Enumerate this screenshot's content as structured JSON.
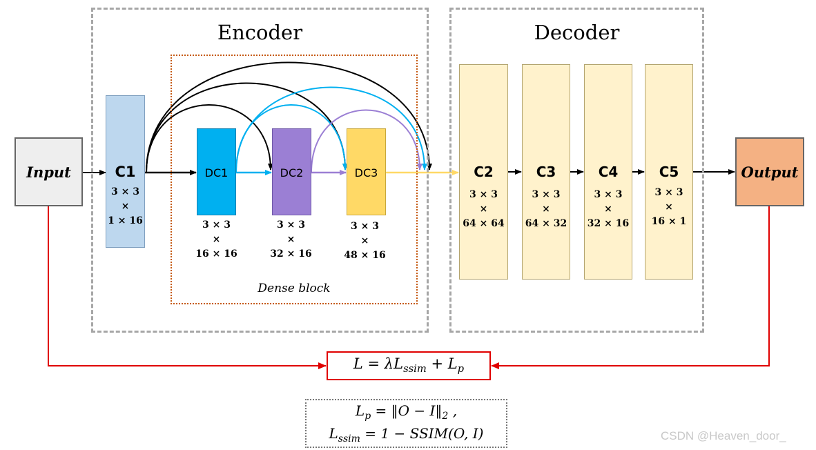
{
  "sections": {
    "encoder": "Encoder",
    "decoder": "Decoder",
    "dense_block": "Dense block"
  },
  "nodes": {
    "input": "Input",
    "output": "Output",
    "c1": {
      "label": "C1",
      "k": "3 × 3",
      "x": "×",
      "ch": "1 × 16"
    },
    "dc1": {
      "label": "DC1",
      "k": "3 × 3",
      "x": "×",
      "ch": "16 × 16"
    },
    "dc2": {
      "label": "DC2",
      "k": "3 × 3",
      "x": "×",
      "ch": "32 × 16"
    },
    "dc3": {
      "label": "DC3",
      "k": "3 × 3",
      "x": "×",
      "ch": "48 × 16"
    },
    "c2": {
      "label": "C2",
      "k": "3 × 3",
      "x": "×",
      "ch": "64 × 64"
    },
    "c3": {
      "label": "C3",
      "k": "3 × 3",
      "x": "×",
      "ch": "64 × 32"
    },
    "c4": {
      "label": "C4",
      "k": "3 × 3",
      "x": "×",
      "ch": "32 × 16"
    },
    "c5": {
      "label": "C5",
      "k": "3 × 3",
      "x": "×",
      "ch": "16 × 1"
    }
  },
  "loss": {
    "main": {
      "a": "L = λL",
      "a_sub": "ssim",
      "b": " + L",
      "b_sub": "p"
    },
    "lp": {
      "a": "L",
      "a_sub": "p",
      "b": " = ‖O − I‖",
      "b_sub": "2",
      "c": " ,"
    },
    "lssim": {
      "a": "L",
      "a_sub": "ssim",
      "b": " = 1 − SSIM(O, I)"
    }
  },
  "colors": {
    "frame": "#a6a6a6",
    "dense_border": "#c55a11",
    "input_fill": "#eeeeee",
    "c1_fill": "#bdd7ee",
    "dc1_fill": "#00b0f0",
    "dc2_fill": "#9b7fd4",
    "dc3_fill": "#ffd966",
    "decoder_fill": "#fff2cc",
    "output_fill": "#f4b183",
    "loss_line": "#e00000",
    "skip_black": "#000000",
    "skip_blue": "#00b0f0",
    "skip_purple": "#9b7fd4",
    "skip_yellow": "#ffd966"
  },
  "watermark": "CSDN @Heaven_door_"
}
